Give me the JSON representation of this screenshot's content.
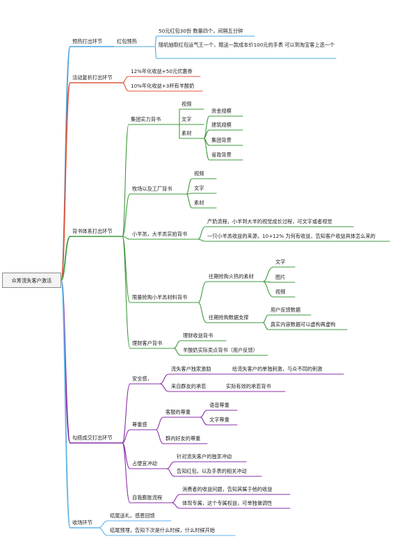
{
  "root": "众筹流失客户激活",
  "branches": [
    {
      "label": "预热打出环节",
      "color": "#4aa3df",
      "children": [
        {
          "label": "红包预热",
          "children": [
            {
              "label": "50元红包30份 数量四个，间隔五分钟"
            },
            {
              "label": "随机抽取红包运气王一个，赠送一款成本价100元的手表 可以到淘宝客上选一个"
            }
          ]
        }
      ]
    },
    {
      "label": "活动复析打出环节",
      "color": "#e0563b",
      "children": [
        {
          "label": "12%年化收益+50元优惠券"
        },
        {
          "label": "10%年化收益+3杯有羊酸奶"
        }
      ]
    },
    {
      "label": "背书体系打出环节",
      "color": "#3f9a3f",
      "children": [
        {
          "label": "集团实力背书",
          "children": [
            {
              "label": "视频"
            },
            {
              "label": "文字"
            },
            {
              "label": "素材",
              "children": [
                {
                  "label": "资金规模"
                },
                {
                  "label": "建筑规模"
                },
                {
                  "label": "集团背景"
                },
                {
                  "label": "省政背景"
                }
              ]
            }
          ]
        },
        {
          "label": "牧场以及工厂背书",
          "children": [
            {
              "label": "视频"
            },
            {
              "label": "文字"
            },
            {
              "label": "素材"
            }
          ]
        },
        {
          "label": "小羊羔，大羊羔实拍背书",
          "children": [
            {
              "label": "产奶流程，小羊到大羊的视觉成长过程，可文字或者视觉"
            },
            {
              "label": "一只小羊羔收益的来源，10+12% 为何有收益，告知客户收益具体怎么来的"
            }
          ]
        },
        {
          "label": "限量抢购小羊羔材料背书",
          "children": [
            {
              "label": "往期抢购火热的素材",
              "children": [
                {
                  "label": "文字"
                },
                {
                  "label": "图片"
                },
                {
                  "label": "视频"
                }
              ]
            },
            {
              "label": "往期抢购数据支撑",
              "children": [
                {
                  "label": "用户反馈数据"
                },
                {
                  "label": "真实内容数据可以虚构再虚构"
                }
              ]
            }
          ]
        },
        {
          "label": "理财客户背书",
          "children": [
            {
              "label": "理财收益背书"
            },
            {
              "label": "羊酸奶实际卖点背书（用户反馈）"
            }
          ]
        }
      ]
    },
    {
      "label": "勾搭成交打出环节",
      "color": "#8a2ea8",
      "children": [
        {
          "label": "安全感，",
          "children": [
            {
              "label": "流失客户独家激励",
              "children": [
                {
                  "label": "给流失客户的单独刺激，与众不同的刺激"
                }
              ]
            },
            {
              "label": "来自群友的承若",
              "children": [
                {
                  "label": "实际有效的承若背书"
                }
              ]
            }
          ]
        },
        {
          "label": "尊重感",
          "children": [
            {
              "label": "客服的尊重",
              "children": [
                {
                  "label": "语音尊重"
                },
                {
                  "label": "文字尊重"
                }
              ]
            },
            {
              "label": "群内好友的尊重"
            }
          ]
        },
        {
          "label": "占便宜冲动",
          "children": [
            {
              "label": "针对流失客户的独享冲动"
            },
            {
              "label": "告知红包，以及手表的相关冲动"
            }
          ]
        },
        {
          "label": "自我膨胀流程",
          "children": [
            {
              "label": "消费者的收益问题，告知其属于他的收益"
            },
            {
              "label": "体现专属，这个专属权益，可单独做调性"
            }
          ]
        }
      ]
    },
    {
      "label": "收场环节",
      "color": "#5fb3e8",
      "children": [
        {
          "label": "结尾送礼，感恩回馈"
        },
        {
          "label": "结尾预埋，告知下次是什么时候，什么时候开始"
        }
      ]
    }
  ]
}
